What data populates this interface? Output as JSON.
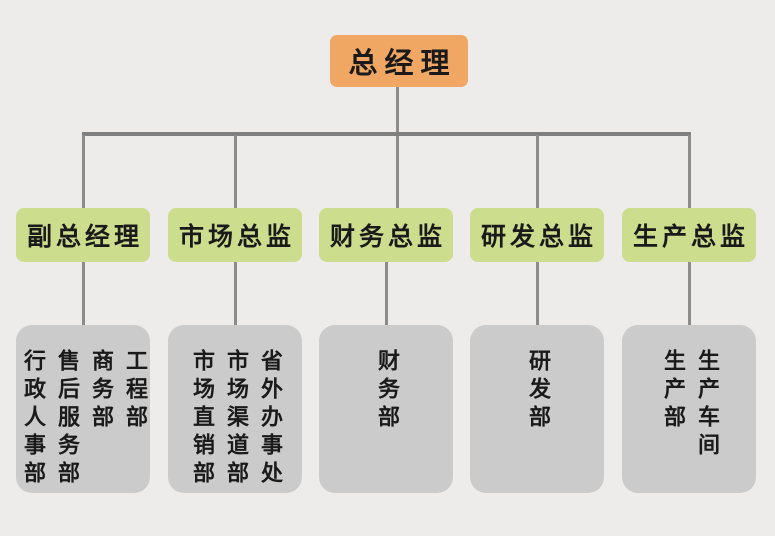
{
  "colors": {
    "background": "#edeceb",
    "root_fill": "#f0a763",
    "manager_fill": "#ccde8e",
    "department_fill": "#cbcbcb",
    "connector_line": "#8c8c8c",
    "text": "#1a1a1a"
  },
  "org": {
    "root": {
      "label": "总经理"
    },
    "branches": [
      {
        "label": "副总经理",
        "departments": [
          "工程部",
          "商务部",
          "售后服务部",
          "行政人事部"
        ]
      },
      {
        "label": "市场总监",
        "departments": [
          "省外办事处",
          "市场渠道部",
          "市场直销部"
        ]
      },
      {
        "label": "财务总监",
        "departments": [
          "财务部"
        ]
      },
      {
        "label": "研发总监",
        "departments": [
          "研发部"
        ]
      },
      {
        "label": "生产总监",
        "departments": [
          "生产车间",
          "生产部"
        ]
      }
    ]
  }
}
